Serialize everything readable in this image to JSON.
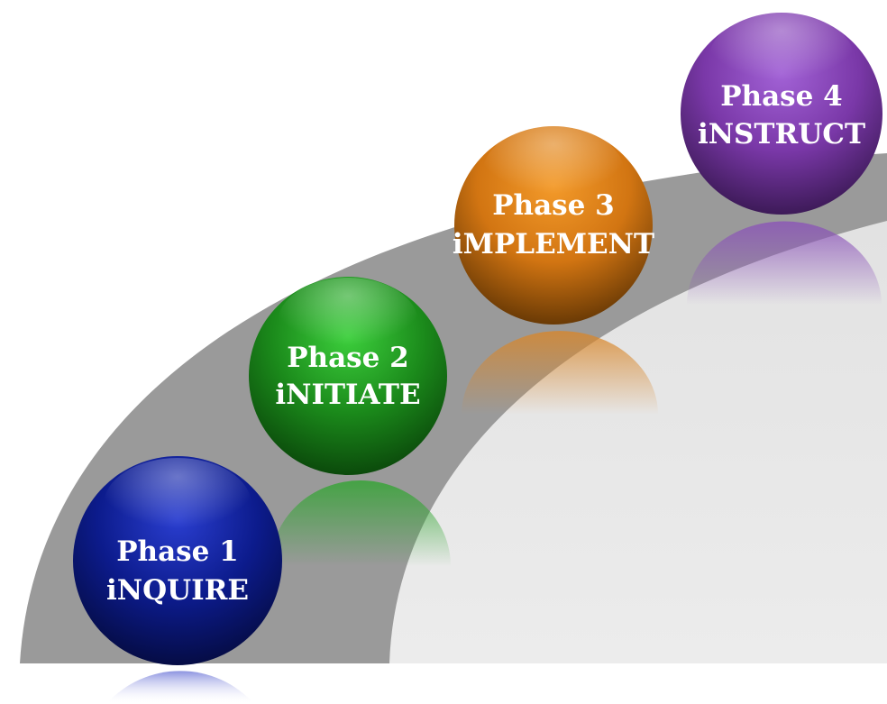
{
  "phases": [
    {
      "title": "Phase 1",
      "name": "iNQUIRE",
      "color": "#0a1a86"
    },
    {
      "title": "Phase 2",
      "name": "iNITIATE",
      "color": "#1f8a1f"
    },
    {
      "title": "Phase 3",
      "name": "iMPLEMENT",
      "color": "#d47a10"
    },
    {
      "title": "Phase 4",
      "name": "iNSTRUCT",
      "color": "#7a3aa8"
    }
  ],
  "colors": {
    "arc_band": "#999999",
    "inner_fill": "#e6e6e6"
  }
}
